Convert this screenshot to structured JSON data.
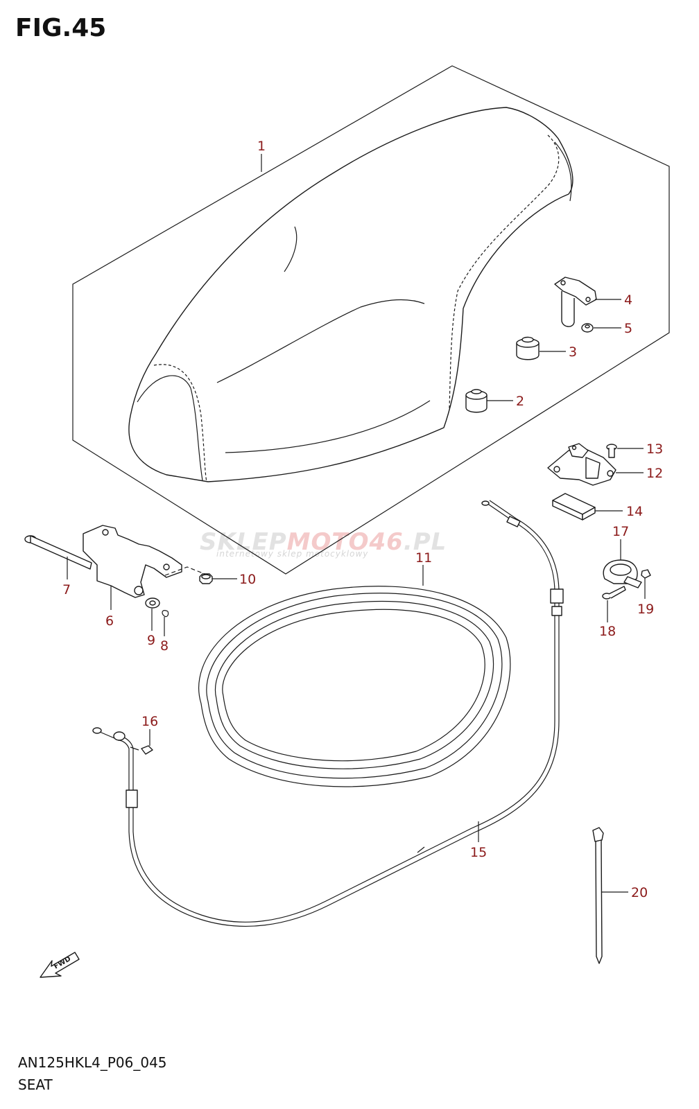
{
  "figure": {
    "title": "FIG.45",
    "model_code": "AN125HKL4_P06_045",
    "section_name": "SEAT"
  },
  "watermark": {
    "brand_part1": "SKLEP",
    "brand_part2": "MOTO",
    "brand_part3": "46",
    "brand_part4": ".PL",
    "tagline": "internetowy sklep motocyklowy"
  },
  "fwd_arrow": {
    "label": "FWD"
  },
  "callouts": [
    "1",
    "2",
    "3",
    "4",
    "5",
    "6",
    "7",
    "8",
    "9",
    "10",
    "11",
    "12",
    "13",
    "14",
    "15",
    "16",
    "17",
    "18",
    "19",
    "20"
  ],
  "colors": {
    "callout": "#8b1a1a",
    "line": "#1a1a1a",
    "watermark": "#e2e2e2",
    "watermark_accent": "#f4caca"
  }
}
